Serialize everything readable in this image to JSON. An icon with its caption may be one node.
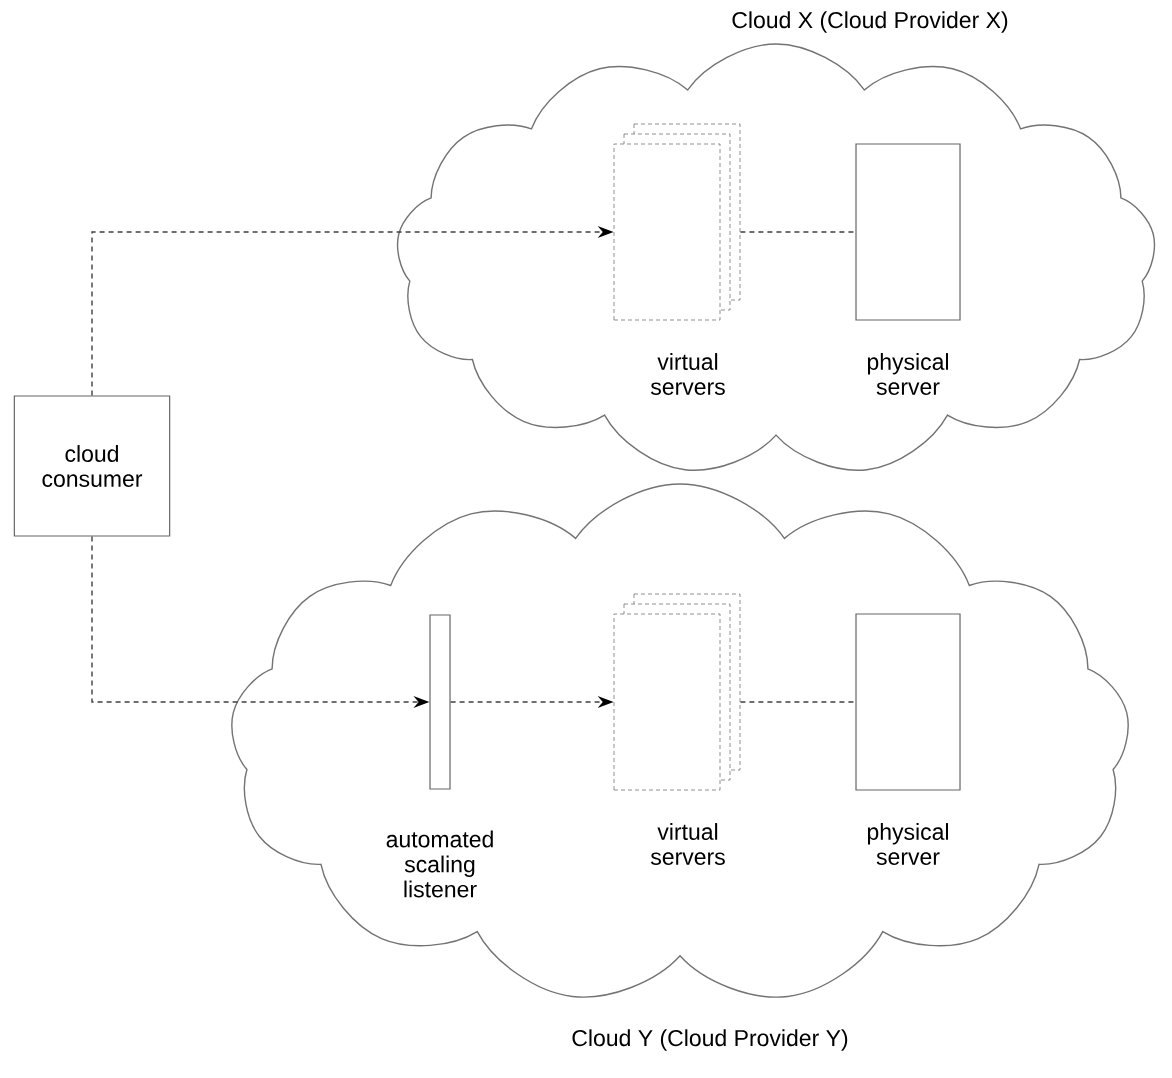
{
  "diagram": {
    "nodes": [
      {
        "text": [
          "Cloud X (Cloud Provider X)"
        ]
      },
      {
        "text": [
          "virtual servers"
        ],
        "in": 0
      },
      {
        "text": [
          "physical server"
        ],
        "in": 0
      },
      {
        "text": [
          "cloud consumer"
        ]
      },
      {
        "text": [
          "Cloud Y (Cloud Provider Y)"
        ]
      },
      {
        "text": [
          "automated scaling listener"
        ],
        "in": 4
      },
      {
        "text": [
          "virtual servers"
        ],
        "in": 4
      },
      {
        "text": [
          "physical server"
        ],
        "in": 4
      }
    ],
    "edges": [
      {
        "from": 3,
        "to": 1,
        "arrow": "to",
        "style": "dashed"
      },
      {
        "from": 1,
        "to": 2,
        "arrow": "none",
        "style": "dashed"
      },
      {
        "from": 3,
        "to": 5,
        "arrow": "to",
        "style": "dashed"
      },
      {
        "from": 5,
        "to": 6,
        "arrow": "to",
        "style": "dashed"
      },
      {
        "from": 6,
        "to": 7,
        "arrow": "none",
        "style": "dashed"
      }
    ]
  }
}
